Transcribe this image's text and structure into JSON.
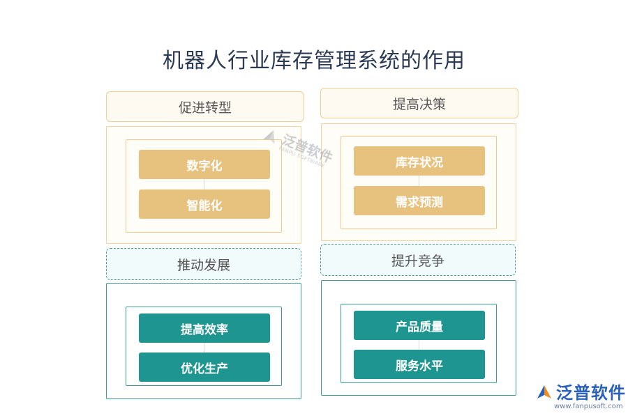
{
  "title": "机器人行业库存管理系统的作用",
  "sections": [
    {
      "header": "促进转型",
      "items": [
        "数字化",
        "智能化"
      ]
    },
    {
      "header": "提高决策",
      "items": [
        "库存状况",
        "需求预测"
      ]
    },
    {
      "header": "推动发展",
      "items": [
        "提高效率",
        "优化生产"
      ]
    },
    {
      "header": "提升竞争",
      "items": [
        "产品质量",
        "服务水平"
      ]
    }
  ],
  "watermark": {
    "name": "泛普软件",
    "sub": "FANPU SOFTWARE"
  },
  "logo": {
    "name": "泛普软件",
    "url": "www.fanpusoft.com"
  },
  "colors": {
    "orange_item": "#e6c27e",
    "orange_border": "#f3d19c",
    "teal_item": "#1f9591",
    "teal_border": "#3c9a96",
    "title": "#2b3a55",
    "logo_blue": "#2a60b8",
    "logo_orange": "#f08c1e"
  },
  "icons": [
    "fanpu-logo-icon"
  ]
}
